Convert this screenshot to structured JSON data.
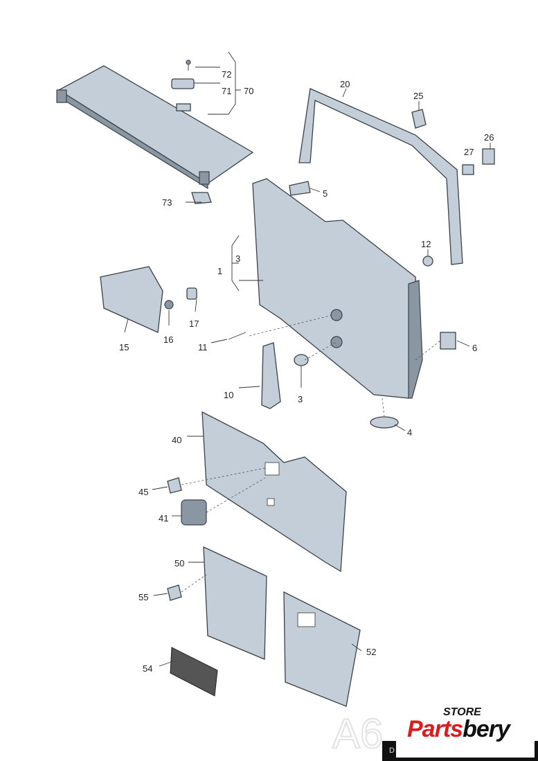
{
  "diagram": {
    "labels": {
      "l72": "72",
      "l71": "71",
      "l70": "70",
      "l20": "20",
      "l25": "25",
      "l26": "26",
      "l27": "27",
      "l5": "5",
      "l73": "73",
      "l12": "12",
      "l1": "1",
      "l3a": "3",
      "l15": "15",
      "l16": "16",
      "l17": "17",
      "l11": "11",
      "l6": "6",
      "l10": "10",
      "l3b": "3",
      "l4": "4",
      "l40": "40",
      "l45": "45",
      "l41": "41",
      "l50": "50",
      "l55": "55",
      "l52": "52",
      "l54": "54"
    },
    "watermark": "A6",
    "colors": {
      "part": "#c3ced8",
      "brand_red": "#e0191c"
    }
  },
  "logo": {
    "store": "STORE",
    "brand_part1": "Parts",
    "brand_part2": "bery",
    "bar_text": "D"
  }
}
